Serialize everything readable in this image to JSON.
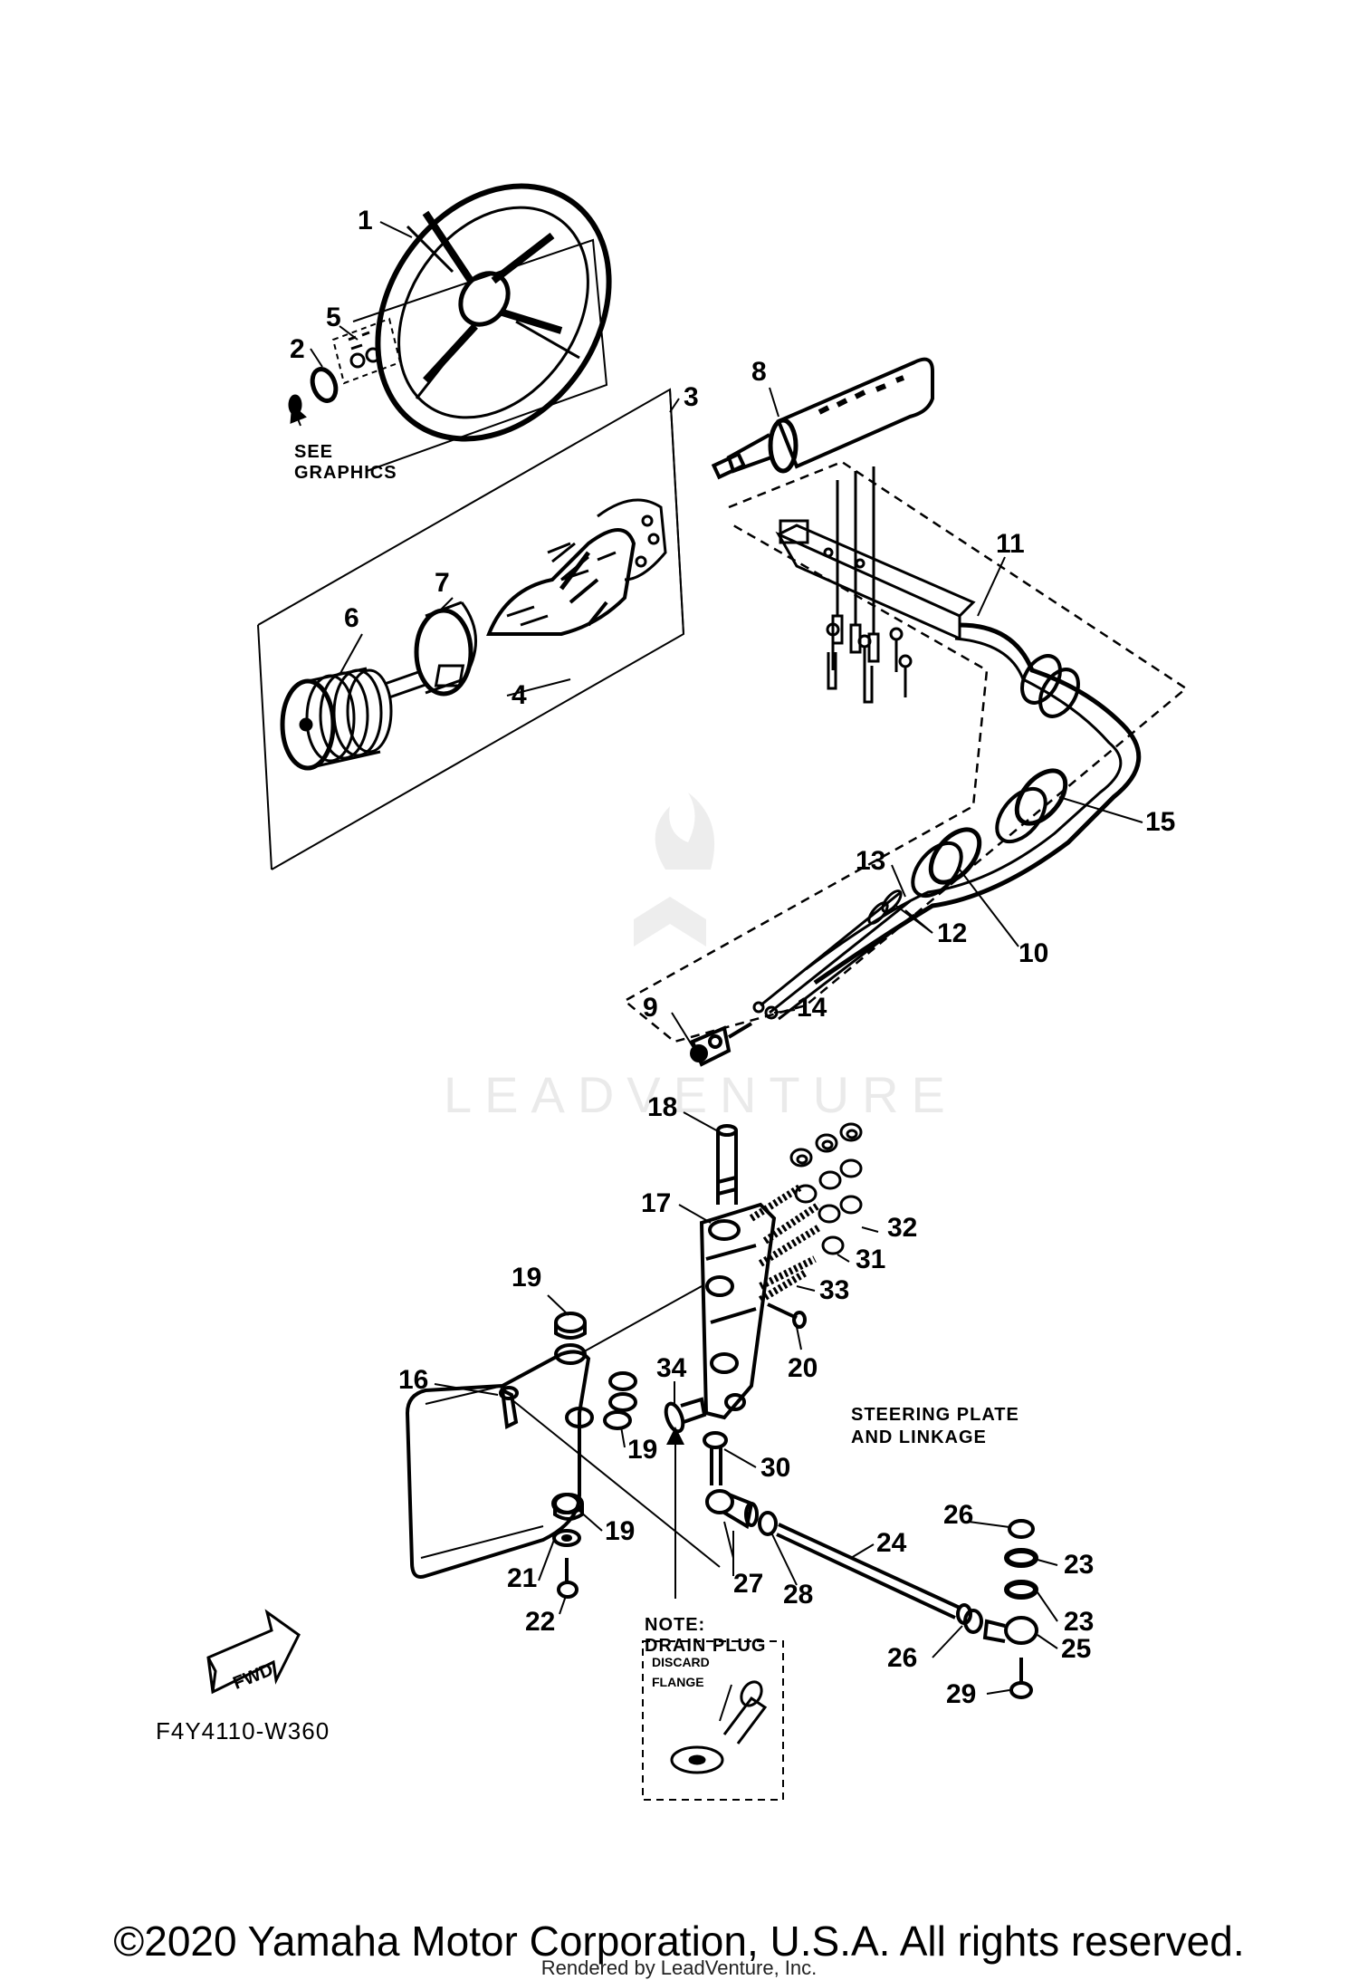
{
  "diagram": {
    "section_title_line1": "STEERING PLATE",
    "section_title_line2": "AND LINKAGE",
    "see_graphics_line1": "SEE",
    "see_graphics_line2": "GRAPHICS",
    "note_line1": "NOTE:",
    "note_line2": "DRAIN PLUG",
    "discard_line1": "DISCARD",
    "discard_line2": "FLANGE",
    "fwd_label": "FWD",
    "diagram_ref": "F4Y4110-W360",
    "watermark": "LEADVENTURE",
    "callouts": {
      "c1": "1",
      "c2": "2",
      "c3": "3",
      "c4": "4",
      "c5": "5",
      "c6": "6",
      "c7": "7",
      "c8": "8",
      "c9": "9",
      "c10": "10",
      "c11": "11",
      "c12": "12",
      "c13": "13",
      "c14": "14",
      "c15": "15",
      "c16": "16",
      "c17": "17",
      "c18": "18",
      "c19a": "19",
      "c19b": "19",
      "c19c": "19",
      "c20": "20",
      "c21": "21",
      "c22": "22",
      "c23a": "23",
      "c23b": "23",
      "c24": "24",
      "c25": "25",
      "c26a": "26",
      "c26b": "26",
      "c27": "27",
      "c28": "28",
      "c29": "29",
      "c30": "30",
      "c31": "31",
      "c32": "32",
      "c33": "33",
      "c34": "34"
    }
  },
  "footer": {
    "copyright": "©2020 Yamaha Motor Corporation, U.S.A. All rights reserved.",
    "rendered_by": "Rendered by LeadVenture, Inc."
  }
}
